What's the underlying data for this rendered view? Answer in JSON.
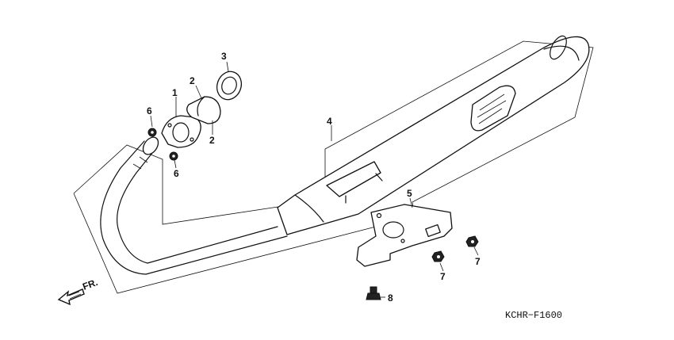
{
  "diagram": {
    "drawing_code": "KCHR−F1600",
    "direction_label": "FR.",
    "callouts": [
      {
        "id": "c1",
        "text": "1"
      },
      {
        "id": "c2a",
        "text": "2"
      },
      {
        "id": "c2b",
        "text": "2"
      },
      {
        "id": "c3",
        "text": "3"
      },
      {
        "id": "c4",
        "text": "4"
      },
      {
        "id": "c5",
        "text": "5"
      },
      {
        "id": "c6a",
        "text": "6"
      },
      {
        "id": "c6b",
        "text": "6"
      },
      {
        "id": "c7a",
        "text": "7"
      },
      {
        "id": "c7b",
        "text": "7"
      },
      {
        "id": "c8",
        "text": "8"
      }
    ]
  }
}
